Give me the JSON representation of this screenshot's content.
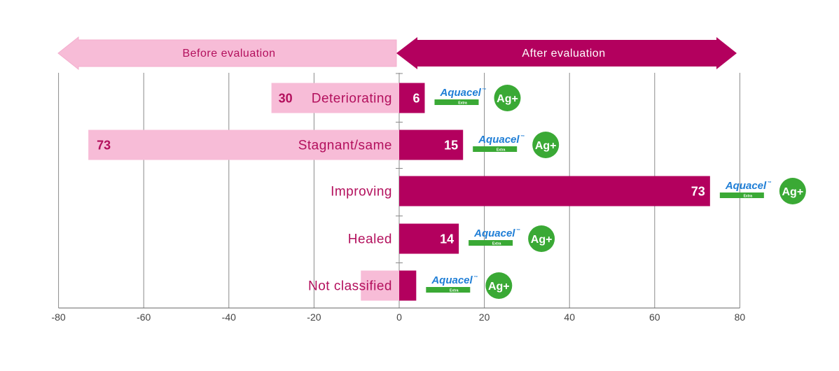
{
  "chart_data": {
    "type": "bar",
    "orientation": "horizontal",
    "categories": [
      "Deteriorating",
      "Stagnant/same",
      "Improving",
      "Healed",
      "Not classified"
    ],
    "series": [
      {
        "name": "Before evaluation",
        "values": [
          30,
          73,
          0,
          0,
          9
        ],
        "color": "#f7bcd7"
      },
      {
        "name": "After evaluation",
        "values": [
          6,
          15,
          73,
          14,
          4
        ],
        "color": "#b3005e"
      }
    ],
    "xlim": [
      -80,
      80
    ],
    "xticks": [
      -80,
      -60,
      -40,
      -20,
      0,
      20,
      40,
      60,
      80
    ],
    "grid": true,
    "labels": {
      "before": {
        "Deteriorating": "30",
        "Stagnant/same": "73"
      },
      "after": {
        "Deteriorating": "6",
        "Stagnant/same": "15",
        "Improving": "73",
        "Healed": "14"
      }
    }
  },
  "legend_arrows": {
    "before": "Before evaluation",
    "after": "After evaluation"
  },
  "brand": {
    "name": "Aquacel",
    "trademark": "™",
    "sub": "Extra",
    "badge": "Ag+"
  },
  "colors": {
    "after_bar": "#b3005e",
    "before_bar": "#f7bcd7",
    "text_accent": "#b3105d",
    "brand_blue": "#1f7ed6",
    "brand_green": "#3aa935"
  }
}
